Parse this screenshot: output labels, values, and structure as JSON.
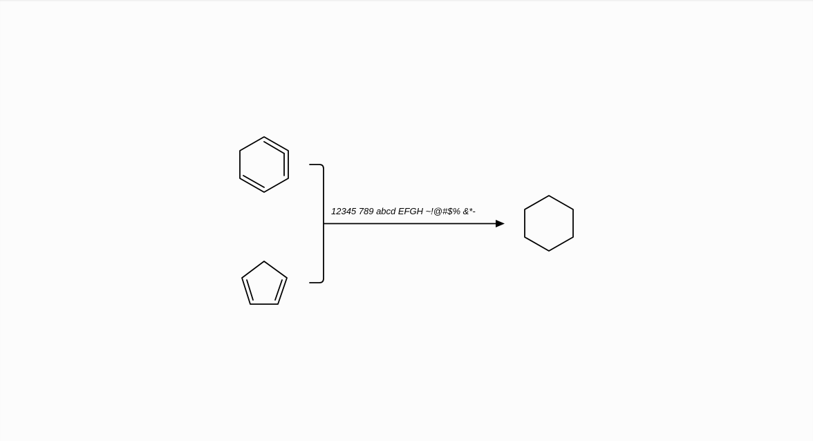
{
  "diagram": {
    "type": "reaction-scheme",
    "reactants": [
      {
        "name": "benzene",
        "ring_size": 6,
        "aromatic": true
      },
      {
        "name": "cyclopentadiene",
        "ring_size": 5,
        "double_bonds": 2
      }
    ],
    "products": [
      {
        "name": "cyclohexane",
        "ring_size": 6,
        "aromatic": false
      }
    ],
    "arrow": {
      "label": "12345 789 abcd EFGH ~!@#$% &*-"
    },
    "colors": {
      "background": "#fcfcfc",
      "stroke": "#000000"
    }
  }
}
